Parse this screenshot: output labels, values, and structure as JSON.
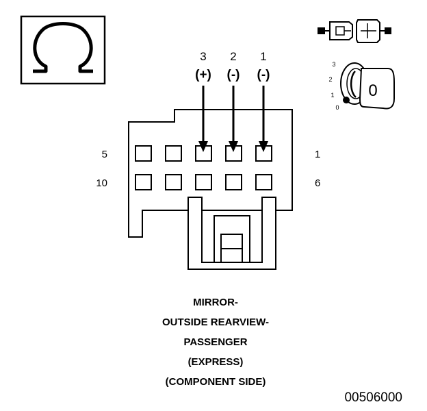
{
  "symbol": {
    "icon": "ohm-icon",
    "glyph": "Ω"
  },
  "pins": [
    {
      "number": "3",
      "polarity": "(+)"
    },
    {
      "number": "2",
      "polarity": "(-)"
    },
    {
      "number": "1",
      "polarity": "(-)"
    }
  ],
  "cavity_numbers": {
    "top_left": "5",
    "top_right": "1",
    "bottom_left": "10",
    "bottom_right": "6"
  },
  "ignition": {
    "positions": [
      "3",
      "2",
      "1",
      "0"
    ],
    "key_label": "0",
    "icons": [
      "connector-disconnected-icon",
      "ignition-key-icon"
    ]
  },
  "caption_lines": [
    "MIRROR-",
    "OUTSIDE REARVIEW-",
    "PASSENGER",
    "(EXPRESS)",
    "(COMPONENT SIDE)"
  ],
  "figure_number": "00506000",
  "colors": {
    "line": "#000000",
    "background": "#ffffff"
  }
}
